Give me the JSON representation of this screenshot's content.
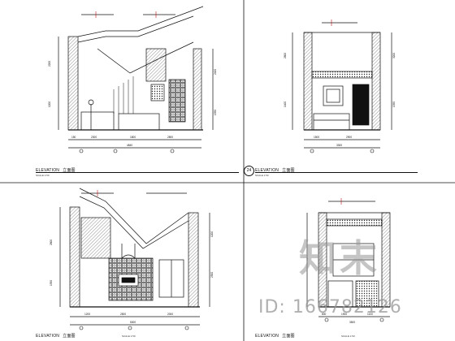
{
  "sheet": {
    "bg": "#ffffff",
    "line_color": "#111111",
    "hatch_color": "#444444",
    "accent_color": "#c01010"
  },
  "views": [
    {
      "caption": "ELEVATION",
      "caption_cn": "立面图",
      "scale": "SCALE 1:50",
      "badge": ""
    },
    {
      "caption": "ELEVATION",
      "caption_cn": "立面图",
      "scale": "SCALE 1:50",
      "badge": "24"
    },
    {
      "caption": "ELEVATION",
      "caption_cn": "立面图",
      "scale": "SCALE 1:50",
      "badge": ""
    },
    {
      "caption": "ELEVATION",
      "caption_cn": "立面图",
      "scale": "SCALE 1:50",
      "badge": ""
    }
  ],
  "dims": {
    "a_bottom": [
      "150",
      "2300",
      "1800",
      "2800",
      "4840"
    ],
    "a_left": [
      "2200",
      "1200"
    ],
    "a_right": [
      "2400",
      "1350"
    ],
    "b_bottom": [
      "1500",
      "2900",
      "3300"
    ],
    "b_left": [
      "2800",
      "1400"
    ],
    "b_right": [
      "3200",
      "1350"
    ],
    "c_bottom": [
      "1200",
      "2500",
      "2000",
      "5000"
    ],
    "c_left": [
      "2800",
      "1350"
    ],
    "c_right": [
      "1200",
      "2500"
    ],
    "d_bottom": [
      "800",
      "1900",
      "1100",
      "3500"
    ]
  },
  "watermark": {
    "logo": "知末",
    "id": "ID: 166782126"
  }
}
